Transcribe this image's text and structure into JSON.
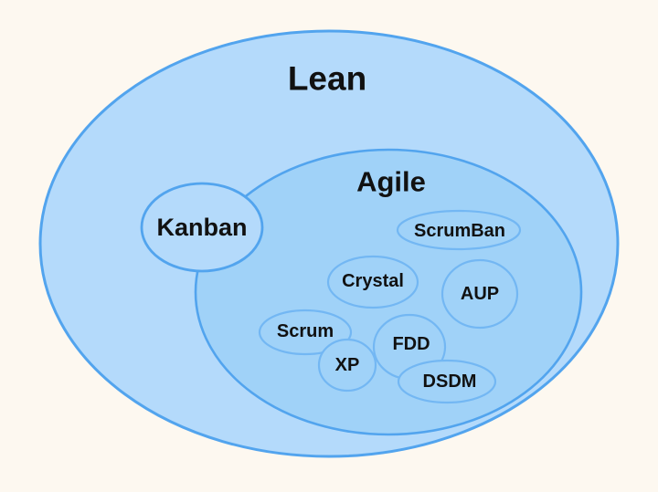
{
  "colors": {
    "background": "#FDF8F0",
    "lean_fill": "#B4DAFB",
    "agile_fill": "#A0D2F8",
    "kanban_fill": "#B4DAFB",
    "method_fill": "#A0D2F8",
    "main_stroke": "#52A4EE",
    "method_stroke": "#73B7F3",
    "label_color": "#111111"
  },
  "diagram": {
    "type": "euler-diagram",
    "outer_set": {
      "label": "Lean"
    },
    "inner_set": {
      "label": "Agile"
    },
    "overlap_set": {
      "label": "Kanban"
    },
    "agile_methods": [
      {
        "id": "scrumban",
        "label": "ScrumBan"
      },
      {
        "id": "crystal",
        "label": "Crystal"
      },
      {
        "id": "aup",
        "label": "AUP"
      },
      {
        "id": "scrum",
        "label": "Scrum"
      },
      {
        "id": "xp",
        "label": "XP"
      },
      {
        "id": "fdd",
        "label": "FDD"
      },
      {
        "id": "dsdm",
        "label": "DSDM"
      }
    ]
  }
}
